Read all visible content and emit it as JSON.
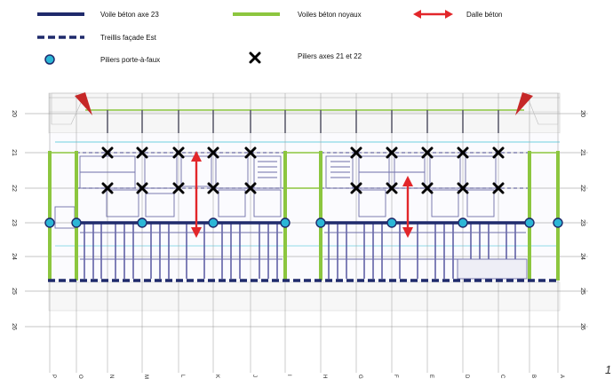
{
  "legend": {
    "items": [
      {
        "id": "voile-axe23",
        "label": "Voile béton axe 23",
        "color": "#1f2a6b",
        "symbol": "solid-line"
      },
      {
        "id": "voiles-noyaux",
        "label": "Voiles béton noyaux",
        "color": "#8cc63f",
        "symbol": "solid-line"
      },
      {
        "id": "dalle",
        "label": "Dalle béton",
        "color": "#e2262a",
        "symbol": "double-arrow"
      },
      {
        "id": "treillis",
        "label": "Treillis façade Est",
        "color": "#1f2a6b",
        "symbol": "dashed-line"
      },
      {
        "id": "piliers-porte",
        "label": "Piliers porte-à-faux",
        "color": "#2bb6d6",
        "symbol": "circle"
      },
      {
        "id": "piliers-21-22",
        "label": "Piliers axes 21 et 22",
        "color": "#000000",
        "symbol": "x-mark"
      }
    ]
  },
  "axes_left": [
    "20",
    "21",
    "22",
    "23",
    "24",
    "25",
    "26"
  ],
  "axes_right": [
    "20",
    "21",
    "22",
    "23",
    "24",
    "25",
    "26"
  ],
  "grid_letters": [
    "P",
    "O",
    "N",
    "M",
    "L",
    "K",
    "J",
    "I",
    "H",
    "G",
    "F",
    "E",
    "D",
    "C",
    "B",
    "A"
  ],
  "page_number": "1",
  "colors": {
    "navy": "#1f2a6b",
    "green": "#8cc63f",
    "red": "#e2262a",
    "cyan": "#2bb6d6",
    "plan_lines": "#6e6ea8",
    "cyan_line": "#6fd0e0"
  }
}
